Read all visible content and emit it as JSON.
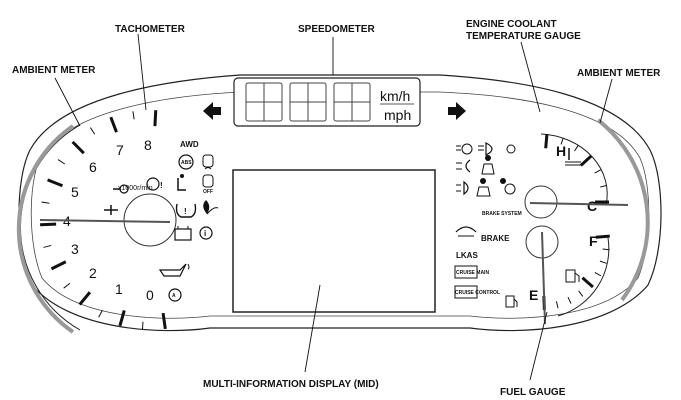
{
  "callouts": {
    "tachometer": "TACHOMETER",
    "speedometer": "SPEEDOMETER",
    "coolant_line1": "ENGINE COOLANT",
    "coolant_line2": "TEMPERATURE GAUGE",
    "ambient_left": "AMBIENT METER",
    "ambient_right": "AMBIENT METER",
    "mid": "MULTI-INFORMATION DISPLAY (MID)",
    "fuel": "FUEL GAUGE"
  },
  "tachometer": {
    "numbers": [
      "0",
      "1",
      "2",
      "3",
      "4",
      "5",
      "6",
      "7",
      "8"
    ],
    "unit": "x1000r/min"
  },
  "speedometer": {
    "unit_top": "km/h",
    "unit_bottom": "mph"
  },
  "coolant_gauge": {
    "hot": "H",
    "cold": "C"
  },
  "fuel_gauge": {
    "full": "F",
    "empty": "E"
  },
  "indicators": {
    "awd": "AWD",
    "brake_system": "BRAKE SYSTEM",
    "brake": "BRAKE",
    "lkas": "LKAS",
    "cruise_main": "CRUISE MAIN",
    "cruise_control": "CRUISE CONTROL"
  }
}
